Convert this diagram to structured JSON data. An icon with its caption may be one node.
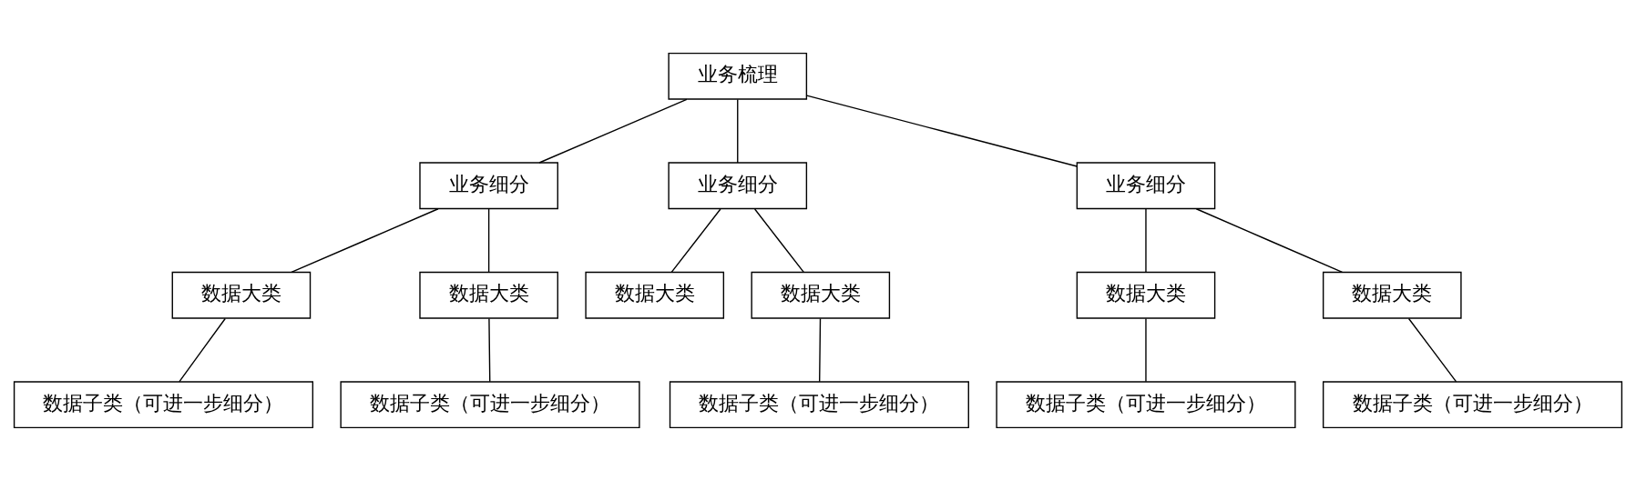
{
  "diagram": {
    "nodes": [
      {
        "text": [
          "业务梳理"
        ]
      },
      {
        "text": [
          "业务细分"
        ]
      },
      {
        "text": [
          "业务细分"
        ]
      },
      {
        "text": [
          "业务细分"
        ]
      },
      {
        "text": [
          "数据大类"
        ]
      },
      {
        "text": [
          "数据大类"
        ]
      },
      {
        "text": [
          "数据大类"
        ]
      },
      {
        "text": [
          "数据大类"
        ]
      },
      {
        "text": [
          "数据大类"
        ]
      },
      {
        "text": [
          "数据大类"
        ]
      },
      {
        "text": [
          "数据子类（可进一步细分）"
        ]
      },
      {
        "text": [
          "数据子类（可进一步细分）"
        ]
      },
      {
        "text": [
          "数据子类（可进一步细分）"
        ]
      },
      {
        "text": [
          "数据子类（可进一步细分）"
        ]
      },
      {
        "text": [
          "数据子类（可进一步细分）"
        ]
      }
    ],
    "edges": [
      {
        "from": 0,
        "to": 1,
        "arrow": "none"
      },
      {
        "from": 0,
        "to": 2,
        "arrow": "none"
      },
      {
        "from": 0,
        "to": 3,
        "arrow": "none"
      },
      {
        "from": 1,
        "to": 4,
        "arrow": "none"
      },
      {
        "from": 1,
        "to": 5,
        "arrow": "none"
      },
      {
        "from": 2,
        "to": 6,
        "arrow": "none"
      },
      {
        "from": 2,
        "to": 7,
        "arrow": "none"
      },
      {
        "from": 3,
        "to": 8,
        "arrow": "none"
      },
      {
        "from": 3,
        "to": 9,
        "arrow": "none"
      },
      {
        "from": 4,
        "to": 10,
        "arrow": "none"
      },
      {
        "from": 5,
        "to": 11,
        "arrow": "none"
      },
      {
        "from": 7,
        "to": 12,
        "arrow": "none"
      },
      {
        "from": 8,
        "to": 13,
        "arrow": "none"
      },
      {
        "from": 9,
        "to": 14,
        "arrow": "none"
      }
    ]
  }
}
